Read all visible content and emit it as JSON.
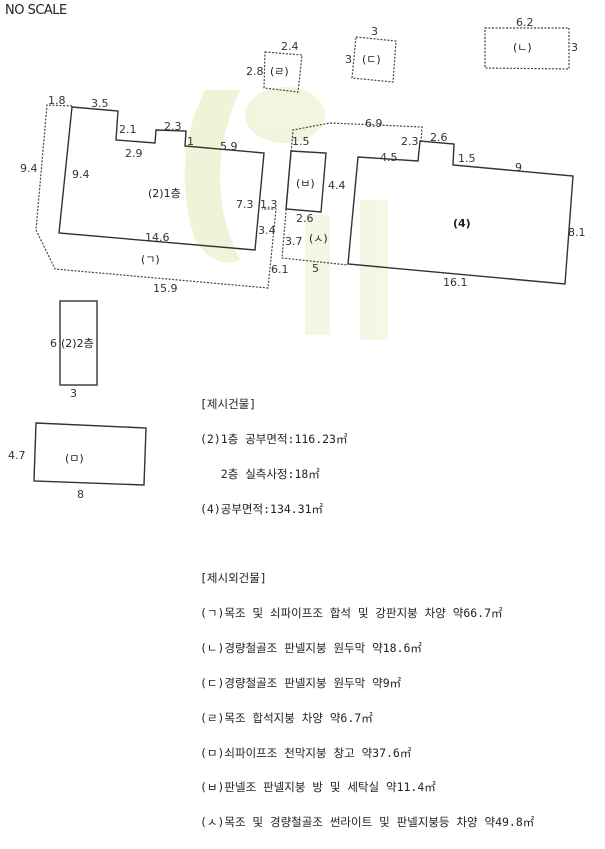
{
  "header": {
    "scale_note": "NO SCALE"
  },
  "colors": {
    "line": "#333333",
    "watermark": "#e6ecc4"
  },
  "structures": {
    "r": {
      "name": "(ㄹ)",
      "dims": [
        "2.4",
        "2.8"
      ]
    },
    "d": {
      "name": "(ㄷ)",
      "dims": [
        "3",
        "3"
      ]
    },
    "n": {
      "name": "(ㄴ)",
      "dims": [
        "6.2",
        "3"
      ]
    },
    "g": {
      "name": "(ㄱ)",
      "dims": [
        "1.8",
        "9.4",
        "15.9",
        "6.1"
      ]
    },
    "b2_1": {
      "name": "(2)1층",
      "dims": [
        "3.5",
        "2.1",
        "2.3",
        "1",
        "5.9",
        "2.9",
        "9.4",
        "7.3",
        "1.3",
        "3.4",
        "14.6"
      ]
    },
    "b": {
      "name": "(ㅂ)",
      "dims": [
        "1.5",
        "4.4",
        "2.6"
      ]
    },
    "s": {
      "name": "(ㅅ)",
      "dims": [
        "6.9",
        "3.7",
        "5"
      ]
    },
    "b4": {
      "name": "(4)",
      "dims": [
        "2.3",
        "2.6",
        "4.5",
        "1.5",
        "9",
        "8.1",
        "16.1"
      ]
    },
    "b2_2": {
      "name": "(2)2층",
      "dims": [
        "6",
        "3"
      ]
    },
    "m": {
      "name": "(ㅁ)",
      "dims": [
        "4.7",
        "8"
      ]
    }
  },
  "legend": {
    "lines": [
      "[제시건물]",
      "(2)1층 공부면적:116.23㎡",
      "   2층 실측사정:18㎡",
      "(4)공부면적:134.31㎡",
      "",
      "[제시외건물]",
      "(ㄱ)목조 및 쇠파이프조 합석 및 강판지붕 차양 약66.7㎡",
      "(ㄴ)경량철골조 판넬지붕 원두막 약18.6㎡",
      "(ㄷ)경량철골조 판넬지붕 원두막 약9㎡",
      "(ㄹ)목조 합석지붕 차양 약6.7㎡",
      "(ㅁ)쇠파이프조 천막지붕 창고 약37.6㎡",
      "(ㅂ)판넬조 판넬지붕 방 및 세탁실 약11.4㎡",
      "(ㅅ)목조 및 경량철골조 썬라이트 및 판넬지붕등 차양 약49.8㎡"
    ]
  }
}
